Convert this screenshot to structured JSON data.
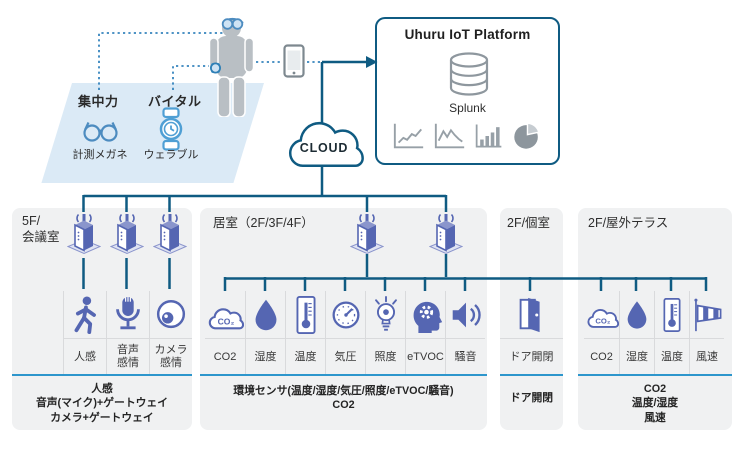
{
  "platform": {
    "title": "Uhuru IoT Platform",
    "storage_label": "Splunk"
  },
  "cloud": {
    "label": "CLOUD"
  },
  "wearable_zone": {
    "items": [
      {
        "label": "集中力",
        "device": "計測メガネ",
        "icon": "glasses-icon"
      },
      {
        "label": "バイタル",
        "device": "ウェラブル",
        "icon": "smartwatch-icon"
      }
    ]
  },
  "sections": [
    {
      "title_lines": [
        "5F/",
        "会議室"
      ],
      "gateway_count": 3,
      "sensors": [
        {
          "icon": "motion-sensor-icon",
          "label_lines": [
            "人感"
          ]
        },
        {
          "icon": "microphone-icon",
          "label_lines": [
            "音声",
            "感情"
          ]
        },
        {
          "icon": "camera-icon",
          "label_lines": [
            "カメラ",
            "感情"
          ]
        }
      ],
      "summary_lines": [
        "人感",
        "音声(マイク)+ゲートウェイ",
        "カメラ+ゲートウェイ"
      ]
    },
    {
      "title_lines": [
        "居室（2F/3F/4F）"
      ],
      "gateway_count": 2,
      "sensors": [
        {
          "icon": "co2-icon",
          "label_lines": [
            "CO2"
          ]
        },
        {
          "icon": "humidity-icon",
          "label_lines": [
            "湿度"
          ]
        },
        {
          "icon": "temperature-icon",
          "label_lines": [
            "温度"
          ]
        },
        {
          "icon": "pressure-icon",
          "label_lines": [
            "気圧"
          ]
        },
        {
          "icon": "illuminance-icon",
          "label_lines": [
            "照度"
          ]
        },
        {
          "icon": "etvoc-icon",
          "label_lines": [
            "eTVOC"
          ]
        },
        {
          "icon": "noise-icon",
          "label_lines": [
            "騒音"
          ]
        }
      ],
      "summary_lines": [
        "環境センサ(温度/湿度/気圧/照度/eTVOC/騒音)",
        "CO2"
      ]
    },
    {
      "title_lines": [
        "2F/個室"
      ],
      "gateway_count": 0,
      "sensors": [
        {
          "icon": "door-icon",
          "label_lines": [
            "ドア開閉"
          ]
        }
      ],
      "summary_lines": [
        "ドア開閉"
      ]
    },
    {
      "title_lines": [
        "2F/屋外テラス"
      ],
      "gateway_count": 0,
      "sensors": [
        {
          "icon": "co2-icon",
          "label_lines": [
            "CO2"
          ]
        },
        {
          "icon": "humidity-icon",
          "label_lines": [
            "湿度"
          ]
        },
        {
          "icon": "temperature-icon",
          "label_lines": [
            "温度"
          ]
        },
        {
          "icon": "windsock-icon",
          "label_lines": [
            "風速"
          ]
        }
      ],
      "summary_lines": [
        "CO2",
        "温度/湿度",
        "風速"
      ]
    }
  ],
  "colors": {
    "line_dark_blue": "#0f5b82",
    "dotted_blue": "#3584bd",
    "separator_blue": "#2d96cc",
    "icon_indigo": "#5566b2",
    "wearable_blue": "#4f9fd4",
    "zone_fill": "#dbeaf6",
    "section_bg": "#f0f1f2",
    "gray_icon": "#97a0a7",
    "person_gray": "#b9bfc4"
  }
}
